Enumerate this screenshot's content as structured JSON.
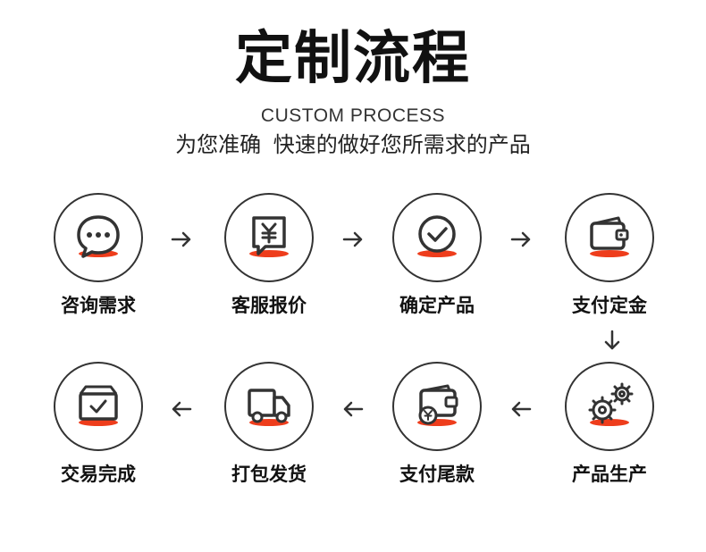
{
  "header": {
    "title": "定制流程",
    "subtitle_en": "CUSTOM PROCESS",
    "subtitle_cn": "为您准确 快速的做好您所需求的产品"
  },
  "colors": {
    "accent": "#ee3d1c",
    "stroke": "#333333",
    "text": "#111111"
  },
  "steps": [
    {
      "label": "咨询需求",
      "icon": "chat-bubble-icon"
    },
    {
      "label": "客服报价",
      "icon": "yuan-quote-icon"
    },
    {
      "label": "确定产品",
      "icon": "check-circle-icon"
    },
    {
      "label": "支付定金",
      "icon": "wallet-icon"
    },
    {
      "label": "产品生产",
      "icon": "gears-icon"
    },
    {
      "label": "支付尾款",
      "icon": "wallet-yuan-icon"
    },
    {
      "label": "打包发货",
      "icon": "delivery-truck-icon"
    },
    {
      "label": "交易完成",
      "icon": "checked-box-icon"
    }
  ]
}
